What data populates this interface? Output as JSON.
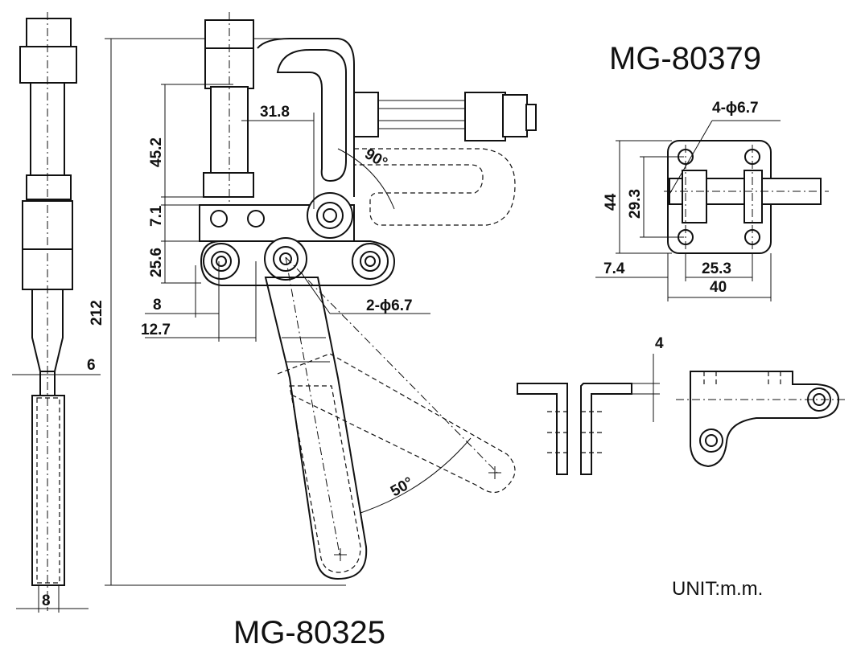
{
  "models": {
    "main": "MG-80325",
    "alt": "MG-80379"
  },
  "unit": "UNIT:m.m.",
  "side_view": {
    "d_6": "6",
    "d_8": "8",
    "d_212": "212"
  },
  "front_view": {
    "d_31_8": "31.8",
    "d_45_2": "45.2",
    "d_7_1": "7.1",
    "d_25_6": "25.6",
    "d_8": "8",
    "d_12_7": "12.7",
    "holes": "2-ϕ6.7",
    "angle_90": "90°",
    "angle_50": "50°"
  },
  "base_plate": {
    "holes": "4-ϕ6.7",
    "d_44": "44",
    "d_29_3": "29.3",
    "d_7_4": "7.4",
    "d_25_3": "25.3",
    "d_40": "40"
  },
  "bracket": {
    "d_4": "4"
  }
}
